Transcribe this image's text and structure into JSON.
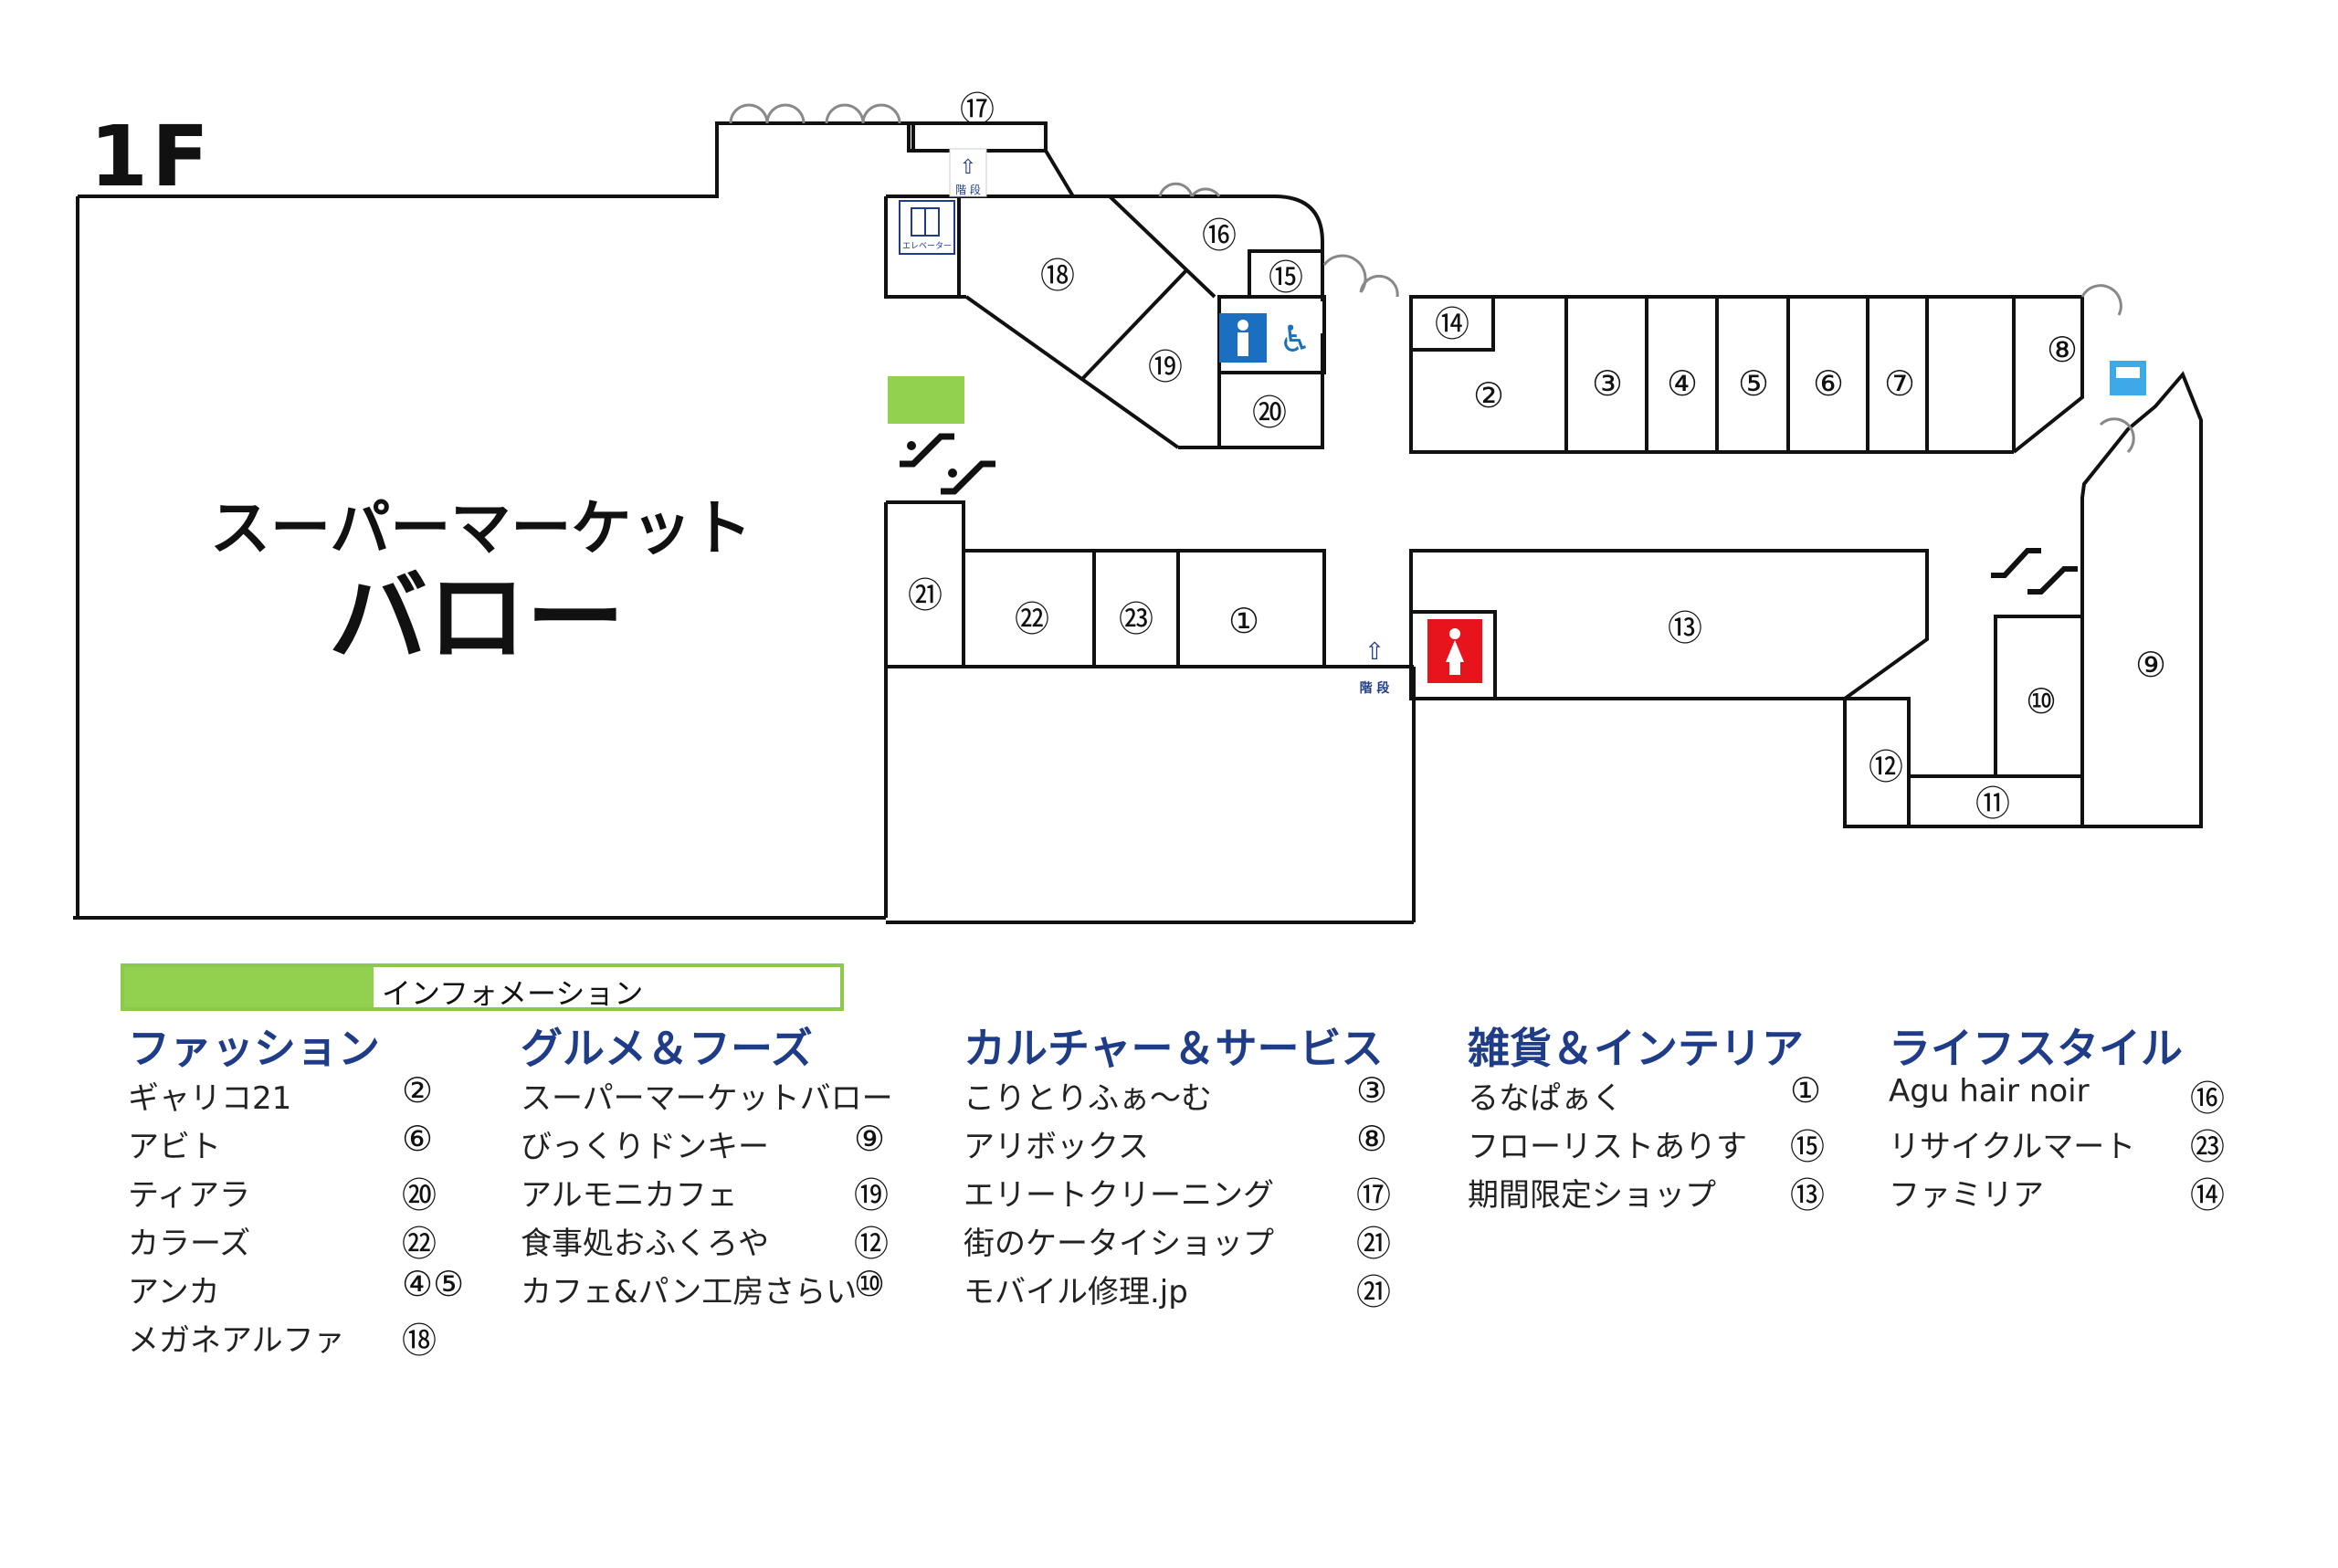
{
  "floor": "1F",
  "supermarket": {
    "line1": "スーパーマーケット",
    "line2": "バロー"
  },
  "map_units": [
    {
      "num": "①"
    },
    {
      "num": "②"
    },
    {
      "num": "③"
    },
    {
      "num": "④"
    },
    {
      "num": "⑤"
    },
    {
      "num": "⑥"
    },
    {
      "num": "⑦"
    },
    {
      "num": "⑧"
    },
    {
      "num": "⑨"
    },
    {
      "num": "⑩"
    },
    {
      "num": "⑪"
    },
    {
      "num": "⑫"
    },
    {
      "num": "⑬"
    },
    {
      "num": "⑭"
    },
    {
      "num": "⑮"
    },
    {
      "num": "⑯"
    },
    {
      "num": "⑰"
    },
    {
      "num": "⑱"
    },
    {
      "num": "⑲"
    },
    {
      "num": "⑳"
    },
    {
      "num": "㉑"
    },
    {
      "num": "㉒"
    },
    {
      "num": "㉓"
    }
  ],
  "facility_icons": [
    {
      "icon": "stairs-icon",
      "label": "階 段"
    },
    {
      "icon": "stairs-icon",
      "label": "階 段"
    },
    {
      "icon": "elevator-icon",
      "label": "エレベーター"
    },
    {
      "icon": "escalator-icon"
    },
    {
      "icon": "escalator-icon"
    },
    {
      "icon": "escalator-icon"
    },
    {
      "icon": "escalator-icon"
    },
    {
      "icon": "mens-restroom-icon"
    },
    {
      "icon": "accessible-restroom-icon"
    },
    {
      "icon": "womens-restroom-icon"
    },
    {
      "icon": "atm-icon"
    }
  ],
  "legend": {
    "info_label": "インフォメーション",
    "info_color": "#92d050",
    "categories": [
      {
        "title": "ファッション",
        "items": [
          {
            "name": "ギャリコ21",
            "num": "②"
          },
          {
            "name": "アビト",
            "num": "⑥"
          },
          {
            "name": "ティアラ",
            "num": "⑳"
          },
          {
            "name": "カラーズ",
            "num": "㉒"
          },
          {
            "name": "アンカ",
            "num": "④⑤"
          },
          {
            "name": "メガネアルファ",
            "num": "⑱"
          }
        ]
      },
      {
        "title": "グルメ＆フーズ",
        "items": [
          {
            "name": "スーパーマーケットバロー",
            "num": ""
          },
          {
            "name": "びっくりドンキー",
            "num": "⑨"
          },
          {
            "name": "アルモニカフェ",
            "num": "⑲"
          },
          {
            "name": "食事処おふくろや",
            "num": "⑫"
          },
          {
            "name": "カフェ&パン工房さらい",
            "num": "⑩"
          }
        ]
      },
      {
        "title": "カルチャー＆サービス",
        "items": [
          {
            "name": "こりとりふぁ～む",
            "num": "③"
          },
          {
            "name": "アリボックス",
            "num": "⑧"
          },
          {
            "name": "エリートクリーニング",
            "num": "⑰"
          },
          {
            "name": "街のケータイショップ",
            "num": "㉑"
          },
          {
            "name": "モバイル修理.jp",
            "num": "㉑"
          }
        ]
      },
      {
        "title": "雑貨＆インテリア",
        "items": [
          {
            "name": "るなぱぁく",
            "num": "①"
          },
          {
            "name": "フローリストありす",
            "num": "⑮"
          },
          {
            "name": "期間限定ショップ",
            "num": "⑬"
          }
        ]
      },
      {
        "title": "ライフスタイル",
        "items": [
          {
            "name": "Agu hair noir",
            "num": "⑯"
          },
          {
            "name": "リサイクルマート",
            "num": "㉓"
          },
          {
            "name": "ファミリア",
            "num": "⑭"
          }
        ]
      }
    ]
  }
}
